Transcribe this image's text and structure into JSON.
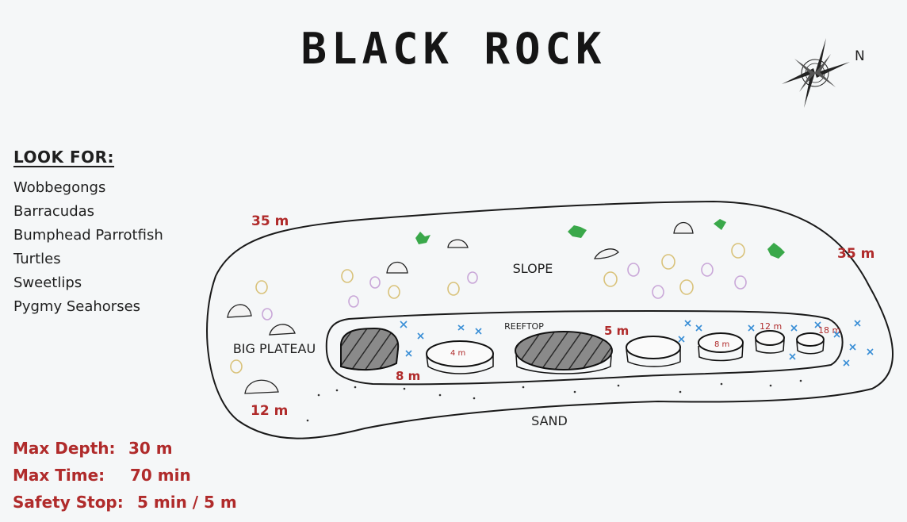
{
  "title": "BLACK ROCK",
  "compass": {
    "north_label": "N"
  },
  "look_for": {
    "heading": "LOOK FOR:",
    "items": [
      "Wobbegongs",
      "Barracudas",
      "Bumphead Parrotfish",
      "Turtles",
      "Sweetlips",
      "Pygmy Seahorses"
    ]
  },
  "dive_info": {
    "max_depth_label": "Max Depth:",
    "max_depth_value": "30 m",
    "max_time_label": "Max Time:",
    "max_time_value": "70 min",
    "safety_stop_label": "Safety Stop:",
    "safety_stop_value": "5 min / 5 m"
  },
  "map": {
    "zones": {
      "slope": "SLOPE",
      "reeftop": "REEFTOP",
      "big_plateau": "BIG PLATEAU",
      "sand": "SAND"
    },
    "depths": {
      "outer_left": "35 m",
      "outer_right": "35 m",
      "plateau": "12 m",
      "reeftop_center": "5 m",
      "reeftop_low": "8 m",
      "rock_small": "4 m",
      "rock_mid": "8 m",
      "rock_east": "12 m",
      "rock_far_east": "18 m"
    }
  },
  "colors": {
    "depth_red": "#b02b2b",
    "text_dark": "#1f1f1f",
    "coral_green": "#3aa84a",
    "fish_blue": "#3a8fd6",
    "soft_coral_purple": "#c9a7d8",
    "sponge_yellow": "#d9c27a"
  }
}
